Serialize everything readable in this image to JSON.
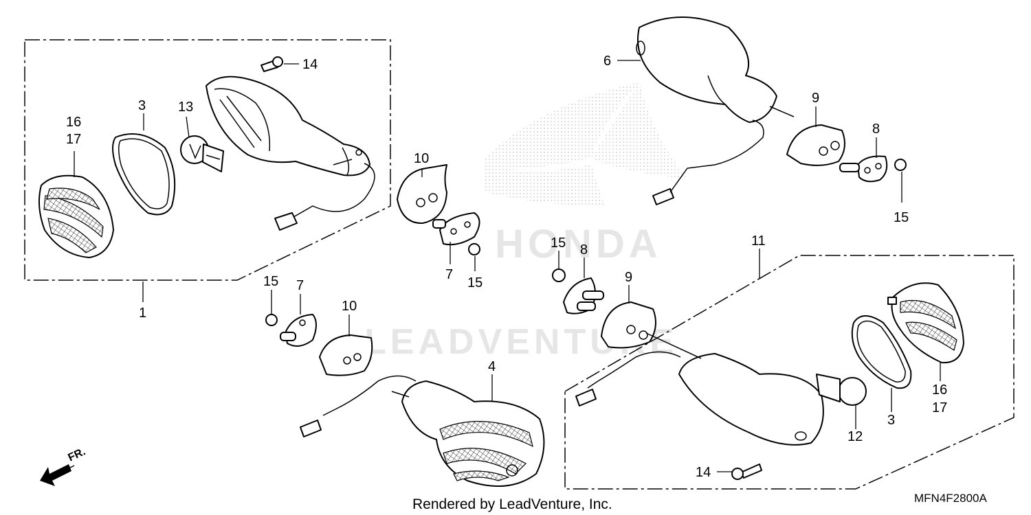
{
  "diagram": {
    "callouts": {
      "c1": "1",
      "c3a": "3",
      "c3b": "3",
      "c4": "4",
      "c6": "6",
      "c7a": "7",
      "c7b": "7",
      "c8a": "8",
      "c8b": "8",
      "c9a": "9",
      "c9b": "9",
      "c10a": "10",
      "c10b": "10",
      "c11": "11",
      "c12": "12",
      "c13": "13",
      "c14a": "14",
      "c14b": "14",
      "c15a": "15",
      "c15b": "15",
      "c15c": "15",
      "c15d": "15",
      "c16a": "16",
      "c16b": "16",
      "c17a": "17",
      "c17b": "17"
    },
    "front_arrow": "FR.",
    "watermark_brand": "HONDA",
    "watermark_text": "LEADVENTURE",
    "credit": "Rendered by LeadVenture, Inc.",
    "diagram_code": "MFN4F2800A"
  },
  "colors": {
    "ink": "#000000",
    "watermark": "#e6e6e6",
    "background": "#ffffff"
  }
}
